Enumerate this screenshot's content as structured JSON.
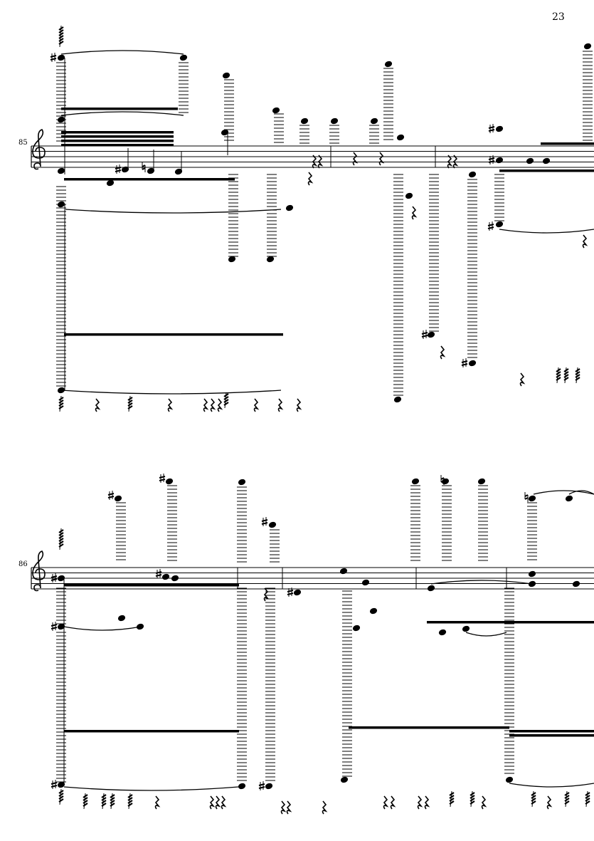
{
  "page": {
    "number": "23"
  },
  "systems": [
    {
      "id": "system-1",
      "measure_number": "85",
      "clef": "treble"
    },
    {
      "id": "system-2",
      "measure_number": "86",
      "clef": "treble"
    }
  ],
  "colors": {
    "ink": "#000000",
    "paper": "#ffffff"
  }
}
